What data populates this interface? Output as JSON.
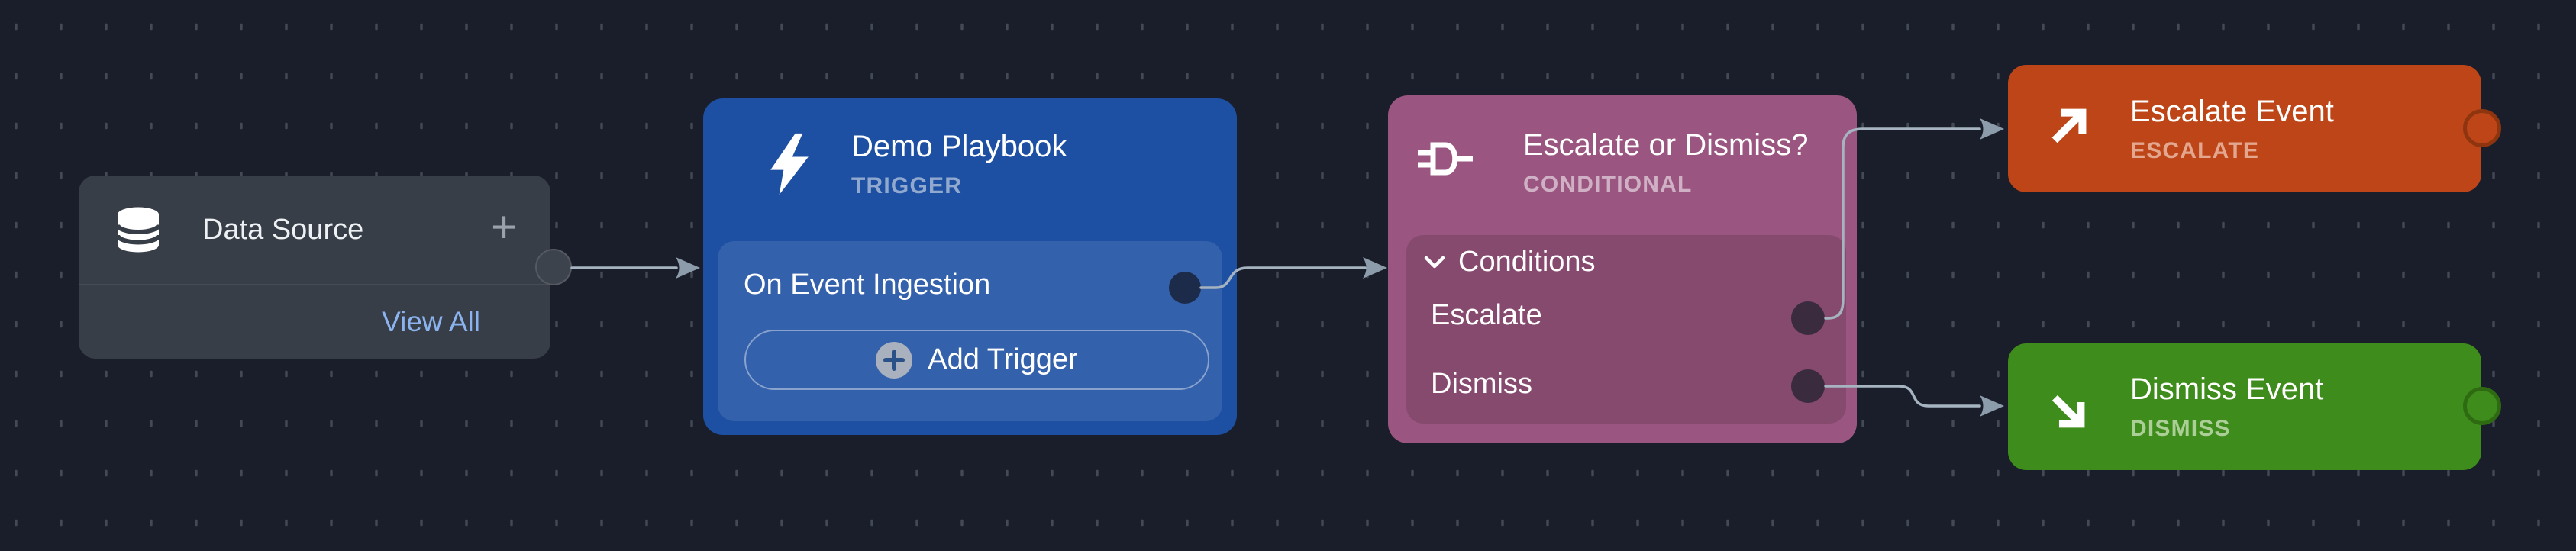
{
  "canvas": {
    "type": "workflow-playbook-editor"
  },
  "colors": {
    "bg": "#191e2a",
    "grid_dash": "#444a55",
    "edge": "#a6b3c0",
    "arrow": "#8d9cab",
    "node_data_source": "#383e47",
    "node_trigger": "#1d50a2",
    "node_conditional": "#9a5680",
    "node_escalate": "#bd4517",
    "node_dismiss": "#3e8c1b",
    "trigger_sub": "#92a9cf",
    "conditional_sub": "#cfb0c5",
    "escalate_sub": "#e3a78f",
    "dismiss_sub": "#accf97",
    "view_all": "#8ab3ef",
    "port_trigger": "#1d2b4a",
    "port_conditional": "#3a2b3e"
  },
  "icons": {
    "data_source": "database-icon",
    "trigger": "lightning-icon",
    "conditional": "logic-gate-icon",
    "conditions_toggle": "chevron-down-icon",
    "escalate_event": "arrow-up-right-icon",
    "dismiss_event": "arrow-down-right-icon",
    "add_trigger": "plus-circle-icon",
    "add_data_source": "plus-icon"
  },
  "nodes": {
    "data_source": {
      "title": "Data Source",
      "add_label": "+",
      "view_all_label": "View All"
    },
    "trigger": {
      "title": "Demo Playbook",
      "type_label": "TRIGGER",
      "event_label": "On Event Ingestion",
      "add_trigger_label": "Add Trigger"
    },
    "conditional": {
      "title": "Escalate or Dismiss?",
      "type_label": "CONDITIONAL",
      "group_label": "Conditions",
      "branches": [
        {
          "label": "Escalate"
        },
        {
          "label": "Dismiss"
        }
      ]
    },
    "escalate_event": {
      "title": "Escalate Event",
      "type_label": "ESCALATE"
    },
    "dismiss_event": {
      "title": "Dismiss Event",
      "type_label": "DISMISS"
    }
  }
}
